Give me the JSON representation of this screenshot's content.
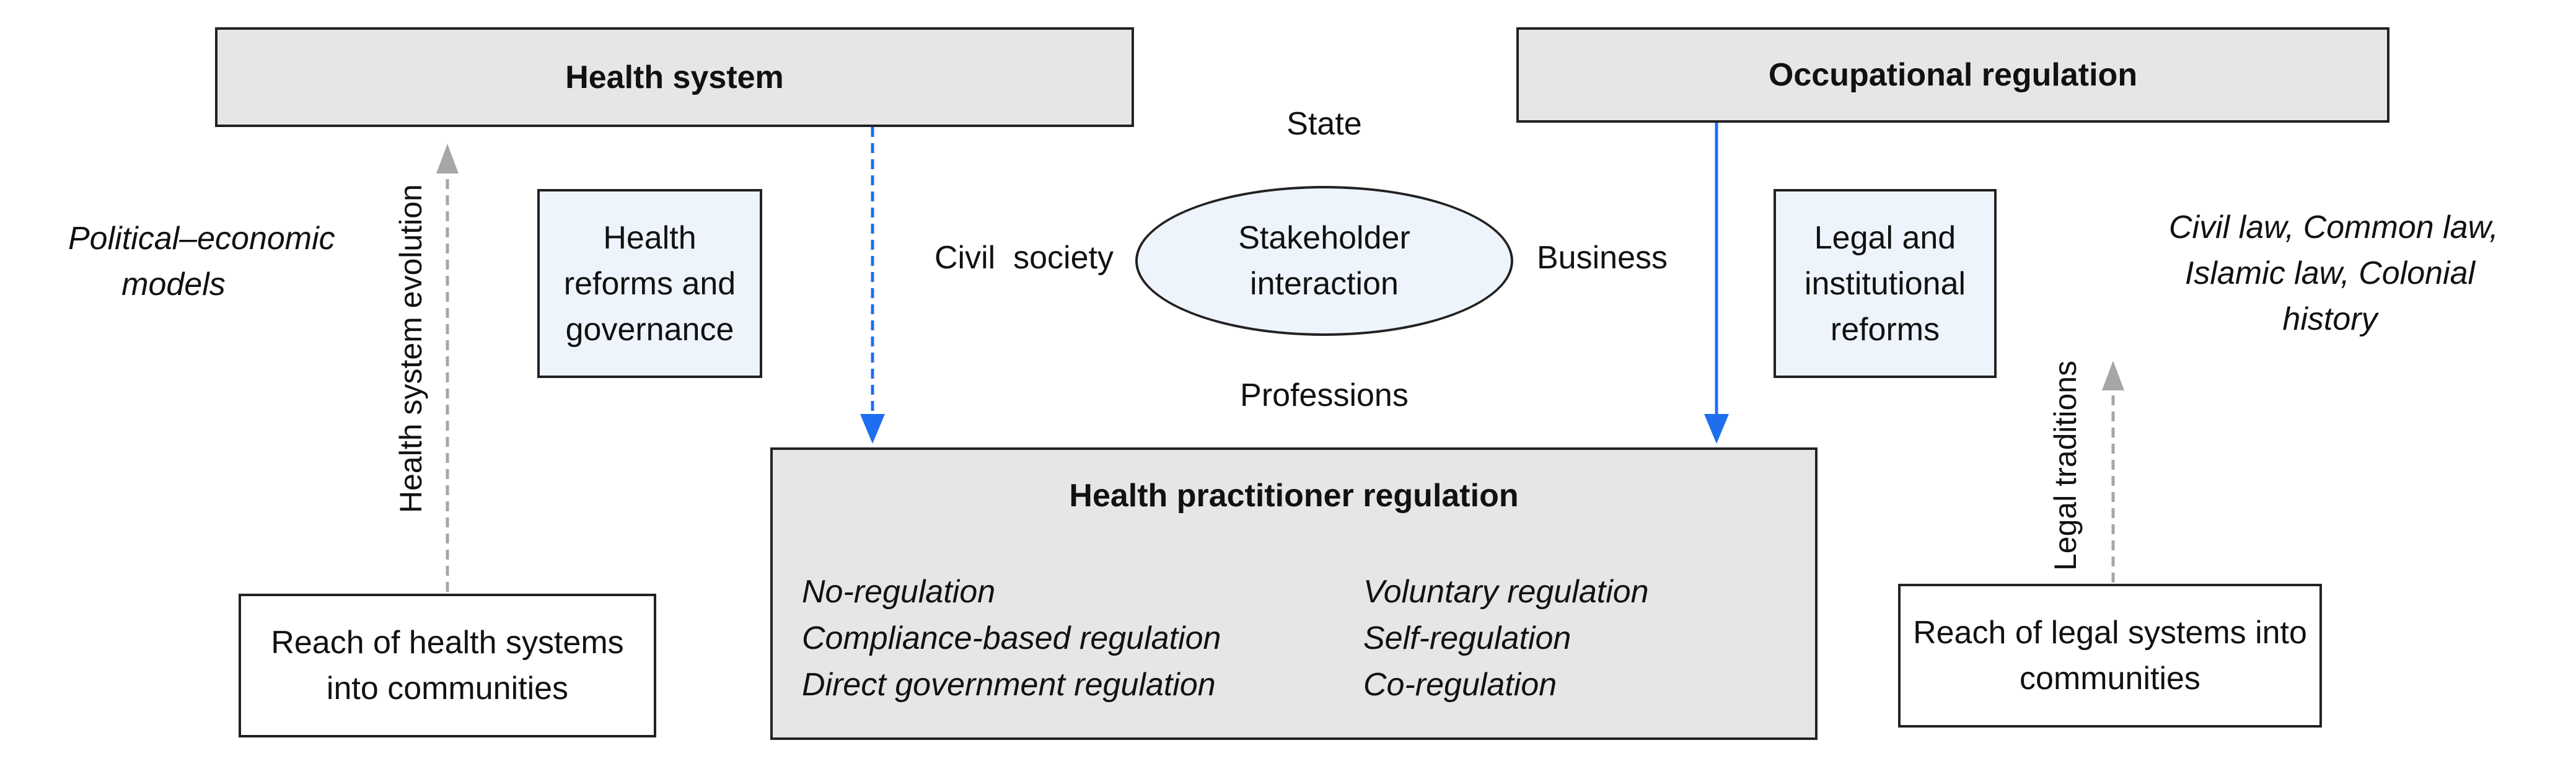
{
  "health_system": {
    "title": "Health system"
  },
  "occupational_regulation": {
    "title": "Occupational regulation"
  },
  "health_practitioner_regulation": {
    "title": "Health practitioner regulation",
    "left_items": [
      "No-regulation",
      "Compliance-based regulation",
      "Direct government regulation"
    ],
    "right_items": [
      "Voluntary regulation",
      "Self-regulation",
      "Co-regulation"
    ]
  },
  "health_reforms": {
    "line1": "Health",
    "line2": "reforms and",
    "line3": "governance"
  },
  "legal_reforms": {
    "line1": "Legal and",
    "line2": "institutional",
    "line3": "reforms"
  },
  "stakeholder": {
    "line1": "Stakeholder",
    "line2": "interaction",
    "top": "State",
    "left": "Civil  society",
    "right": "Business",
    "bottom": "Professions"
  },
  "political_models": {
    "line1": "Political–economic",
    "line2": "models"
  },
  "legal_systems": {
    "line1": "Civil law, Common law,",
    "line2": "Islamic law, Colonial",
    "line3": "history"
  },
  "health_reach": {
    "line1": "Reach of health systems",
    "line2": "into communities"
  },
  "legal_reach": {
    "line1": "Reach of legal systems into",
    "line2": "communities"
  },
  "arrows": {
    "health_evolution": "Health system evolution",
    "legal_traditions": "Legal traditions"
  },
  "colors": {
    "blue_arrow": "#1e6ff0",
    "grey_arrow": "#a6a6a6",
    "box_fill_grey": "#e6e6e6",
    "box_fill_blue": "#eef4fc"
  }
}
